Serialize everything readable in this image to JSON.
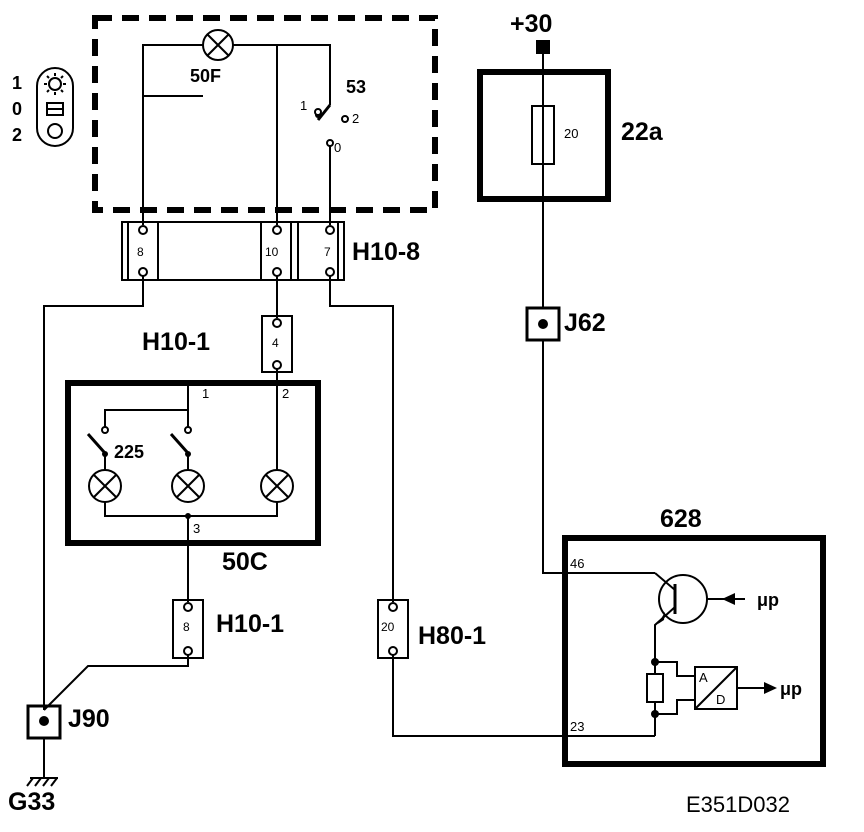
{
  "labels": {
    "supply": "+30",
    "fuse_box": "22a",
    "fuse_value": "20",
    "lamp_50f": "50F",
    "switch_53": "53",
    "sw_pos1": "1",
    "sw_pos2": "2",
    "sw_pos0": "0",
    "conn_h10_8": "H10-8",
    "h10_8_pin8": "8",
    "h10_8_pin10": "10",
    "h10_8_pin7": "7",
    "conn_h10_1_top": "H10-1",
    "h10_1_pin4": "4",
    "conn_j62": "J62",
    "node_50c": "50C",
    "switch_225": "225",
    "term1": "1",
    "term2": "2",
    "term3": "3",
    "conn_h10_1_bottom": "H10-1",
    "h10_1_pin8": "8",
    "conn_h80_1": "H80-1",
    "h80_1_pin20": "20",
    "node_628": "628",
    "pin46": "46",
    "pin23": "23",
    "up1": "μp",
    "up2": "μp",
    "adc_a": "A",
    "adc_d": "D",
    "ground_j90": "J90",
    "ground_g33": "G33",
    "diagram_id": "E351D032",
    "legend_1": "1",
    "legend_0": "0",
    "legend_2": "2"
  }
}
